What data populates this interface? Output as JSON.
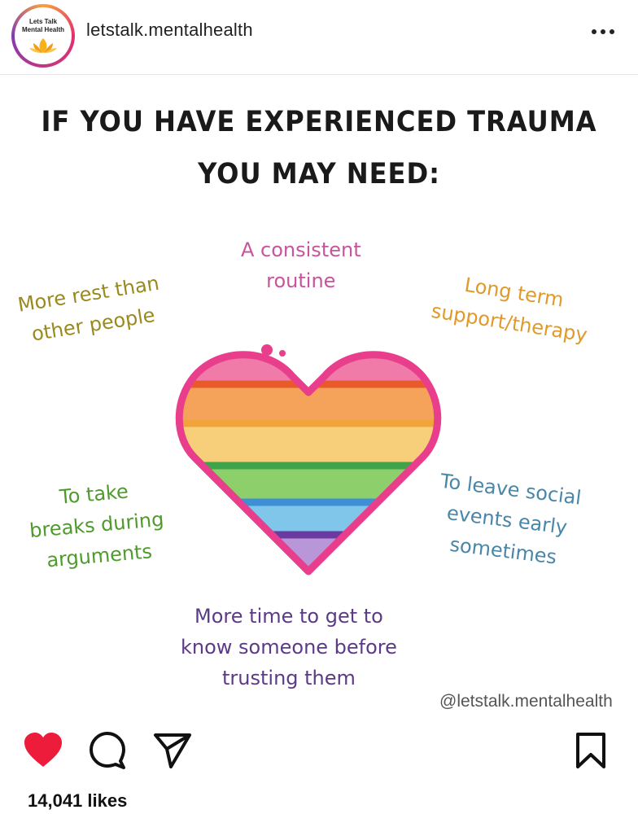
{
  "header": {
    "avatar_text_line1": "Lets Talk",
    "avatar_text_line2": "Mental Health",
    "username": "letstalk.mentalhealth",
    "more_icon": "more-horizontal-icon"
  },
  "post": {
    "title_line1": "IF YOU HAVE EXPERIENCED TRAUMA",
    "title_line2": "YOU MAY NEED:",
    "needs": [
      {
        "lines": [
          "A consistent",
          "routine"
        ],
        "color": "#c8549b"
      },
      {
        "lines": [
          "More rest than",
          "other people"
        ],
        "color": "#9a8a1e"
      },
      {
        "lines": [
          "Long term",
          "support/therapy"
        ],
        "color": "#e09a2a"
      },
      {
        "lines": [
          "To take",
          "breaks during",
          "arguments"
        ],
        "color": "#4f9a2c"
      },
      {
        "lines": [
          "To leave social",
          "events early",
          "sometimes"
        ],
        "color": "#4a86a8"
      },
      {
        "lines": [
          "More time to get to",
          "know someone before",
          "trusting them"
        ],
        "color": "#5c3a86"
      }
    ],
    "credit": "@letstalk.mentalhealth",
    "heart_colors": [
      "#f07aa8",
      "#f5a25a",
      "#f7cf7a",
      "#8dcf6b",
      "#7fc6ea",
      "#b896d8"
    ]
  },
  "actions": {
    "like_icon": "heart-filled-icon",
    "comment_icon": "comment-icon",
    "share_icon": "send-icon",
    "save_icon": "bookmark-icon",
    "likes": "14,041 likes",
    "like_color": "#ed1c3a"
  }
}
